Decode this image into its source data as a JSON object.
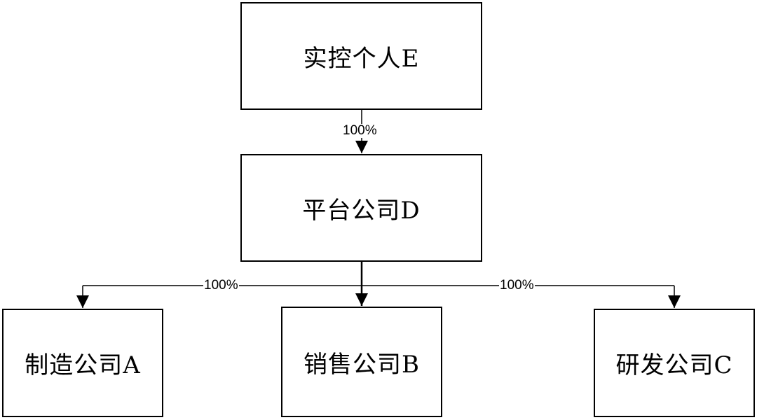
{
  "nodes": {
    "e": {
      "label": "实控个人E"
    },
    "d": {
      "label": "平台公司D"
    },
    "a": {
      "label": "制造公司A"
    },
    "b": {
      "label": "销售公司B"
    },
    "c": {
      "label": "研发公司C"
    }
  },
  "edges": {
    "e_to_d": {
      "label": "100%"
    },
    "d_to_a": {
      "label": "100%"
    },
    "d_to_b": {
      "label": ""
    },
    "d_to_c": {
      "label": "100%"
    }
  }
}
